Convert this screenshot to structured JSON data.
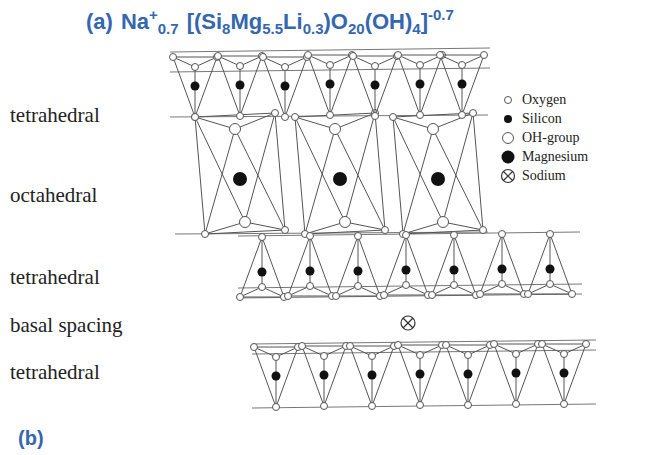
{
  "diagram": {
    "labels": [
      "(a)",
      "Na",
      "+",
      "0.7",
      "[(Si",
      "8",
      "Mg",
      "5.5",
      "Li",
      "0.3",
      ")O",
      "20",
      "(OH)",
      "4",
      "]",
      "-0.7",
      "tetrahedral",
      "octahedral",
      "tetrahedral",
      "basal spacing",
      "tetrahedral",
      "(b)"
    ],
    "legend": [
      {
        "text": "Oxygen"
      },
      {
        "text": "Silicon"
      },
      {
        "text": "OH-group"
      },
      {
        "text": "Magnesium"
      },
      {
        "text": "Sodium"
      }
    ]
  }
}
